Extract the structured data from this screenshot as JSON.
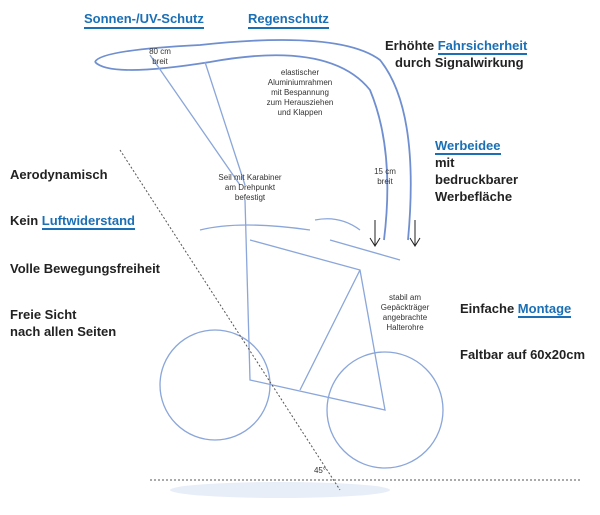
{
  "headings": {
    "sun": "Sonnen-/UV-Schutz",
    "rain": "Regenschutz"
  },
  "safety": {
    "prefix": "Erhöhte ",
    "highlight": "Fahrsicherheit",
    "line2": "durch Signalwirkung"
  },
  "ad": {
    "highlight": "Werbeidee",
    "line2": "mit",
    "line3": "bedruckbarer",
    "line4": "Werbefläche"
  },
  "left": {
    "aero": "Aerodynamisch",
    "wind_prefix": "Kein ",
    "wind_highlight": "Luftwiderstand",
    "freedom": "Volle Bewegungsfreiheit",
    "view1": "Freie Sicht",
    "view2": "nach allen Seiten"
  },
  "mount": {
    "prefix": "Einfache ",
    "highlight": "Montage"
  },
  "fold": "Faltbar auf 60x20cm",
  "notes": {
    "width80_1": "80 cm",
    "width80_2": "breit",
    "frame1": "elastischer",
    "frame2": "Aluminiumrahmen",
    "frame3": "mit Bespannung",
    "frame4": "zum Herausziehen",
    "frame5": "und Klappen",
    "rope1": "Seil mit Karabiner",
    "rope2": "am Drehpunkt",
    "rope3": "befestigt",
    "width15_1": "15 cm",
    "width15_2": "breit",
    "holder1": "stabil am",
    "holder2": "Gepäckträger",
    "holder3": "angebrachte",
    "holder4": "Halterohre",
    "angle": "45°"
  },
  "colors": {
    "accent": "#1a6fb5",
    "sketch": "#7f9fd6"
  }
}
